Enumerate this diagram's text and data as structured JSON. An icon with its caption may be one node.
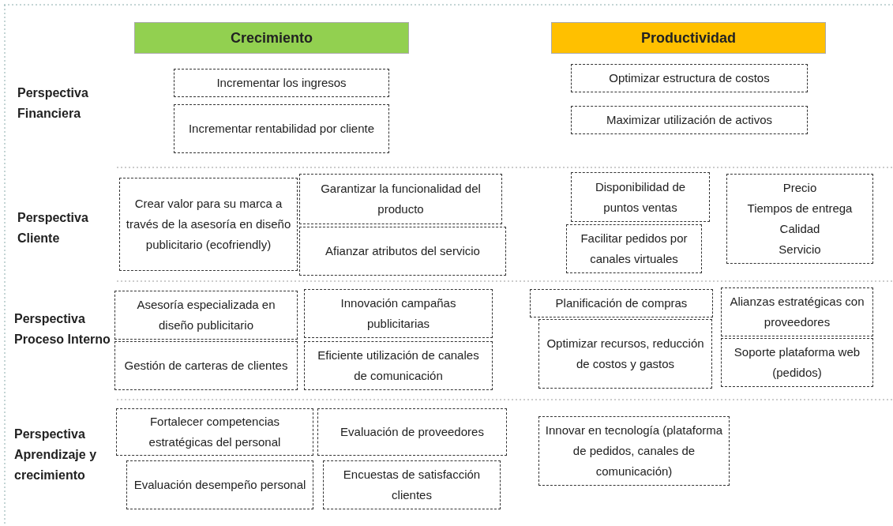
{
  "diagram": {
    "nodes": [
      {
        "text": [
          "Crecimiento"
        ]
      },
      {
        "text": [
          "Productividad"
        ]
      },
      {
        "text": [
          "Incrementar los ingresos"
        ]
      },
      {
        "text": [
          "Incrementar rentabilidad por cliente"
        ]
      },
      {
        "text": [
          "Optimizar estructura de costos"
        ]
      },
      {
        "text": [
          "Maximizar utilización de activos"
        ]
      },
      {
        "text": [
          "Crear valor para su marca a través de la asesoría en diseño publicitario (ecofriendly)"
        ]
      },
      {
        "text": [
          "Garantizar la funcionalidad del producto"
        ]
      },
      {
        "text": [
          "Afianzar atributos del servicio"
        ]
      },
      {
        "text": [
          "Disponibilidad de puntos ventas"
        ]
      },
      {
        "text": [
          "Facilitar pedidos por canales virtuales"
        ]
      },
      {
        "text": [
          "Precio",
          "Tiempos de entrega",
          "Calidad",
          "Servicio"
        ]
      },
      {
        "text": [
          "Asesoría especializada en diseño publicitario"
        ]
      },
      {
        "text": [
          "Innovación campañas publicitarias"
        ]
      },
      {
        "text": [
          "Gestión de carteras de clientes"
        ]
      },
      {
        "text": [
          "Eficiente utilización de canales de comunicación"
        ]
      },
      {
        "text": [
          "Planificación de compras"
        ]
      },
      {
        "text": [
          "Alianzas estratégicas con proveedores"
        ]
      },
      {
        "text": [
          "Optimizar recursos, reducción de costos y gastos"
        ]
      },
      {
        "text": [
          "Soporte plataforma web (pedidos)"
        ]
      },
      {
        "text": [
          "Fortalecer competencias estratégicas del personal"
        ]
      },
      {
        "text": [
          "Evaluación de proveedores"
        ]
      },
      {
        "text": [
          "Evaluación desempeño personal"
        ]
      },
      {
        "text": [
          "Encuestas de satisfacción clientes"
        ]
      },
      {
        "text": [
          "Innovar en tecnología (plataforma de pedidos, canales de comunicación)"
        ]
      }
    ],
    "edges": [],
    "labels": [
      "Perspectiva Financiera",
      "Perspectiva Cliente",
      "Perspectiva Proceso Interno",
      "Perspectiva Aprendizaje y crecimiento"
    ]
  }
}
